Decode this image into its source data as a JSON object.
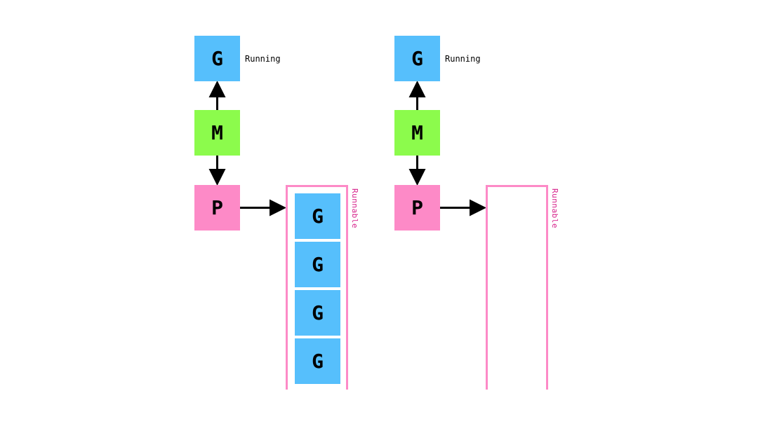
{
  "panels": [
    {
      "goroutine": {
        "label": "G",
        "state": "Running"
      },
      "machine": {
        "label": "M"
      },
      "processor": {
        "label": "P"
      },
      "queue": {
        "label": "Runnable",
        "items": [
          "G",
          "G",
          "G",
          "G"
        ]
      }
    },
    {
      "goroutine": {
        "label": "G",
        "state": "Running"
      },
      "machine": {
        "label": "M"
      },
      "processor": {
        "label": "P"
      },
      "queue": {
        "label": "Runnable",
        "items": []
      }
    }
  ],
  "colors": {
    "goroutine": "#56bffc",
    "machine": "#8cfb4c",
    "processor": "#fd8ac7",
    "queue_label": "#d6208a"
  }
}
